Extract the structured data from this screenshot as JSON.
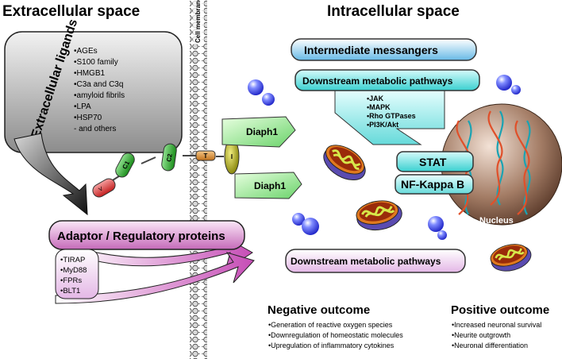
{
  "titles": {
    "extracellular": "Extracellular space",
    "intracellular": "Intracellular space"
  },
  "membrane_label": "Cell membrane",
  "ligands": {
    "title": "Extracellular ligands",
    "items": [
      "•AGEs",
      "•S100 family",
      "•HMGB1",
      "•C3a and C3q",
      "•amyloid fibrils",
      "•LPA",
      "•HSP70",
      "- and others"
    ]
  },
  "receptor": {
    "domains": [
      "V",
      "C1",
      "C2",
      "T",
      "I"
    ]
  },
  "diaph1": [
    "Diaph1",
    "Diaph1"
  ],
  "adaptor": {
    "title": "Adaptor / Regulatory proteins",
    "items": [
      "•TIRAP",
      "•MyD88",
      "•FPRs",
      "•BLT1"
    ]
  },
  "intermediate": "Intermediate messangers",
  "downstream_top": {
    "title": "Downstream metabolic pathways",
    "items": [
      "•JAK",
      "•MAPK",
      "•Rho GTPases",
      "•PI3K/Akt"
    ]
  },
  "stat": "STAT",
  "nfkb": "NF-Kappa B",
  "nucleus": "Nucleus",
  "downstream_bottom": "Downstream metabolic pathways",
  "negative": {
    "title": "Negative outcome",
    "items": [
      "•Generation of reactive oxygen species",
      "•Downregulation of homeostatic molecules",
      "•Upregulation of inflammatory cytokines"
    ]
  },
  "positive": {
    "title": "Positive outcome",
    "items": [
      "•Increased neuronal survival",
      "•Neurite outgrowth",
      "•Neuronal differentiation"
    ]
  }
}
